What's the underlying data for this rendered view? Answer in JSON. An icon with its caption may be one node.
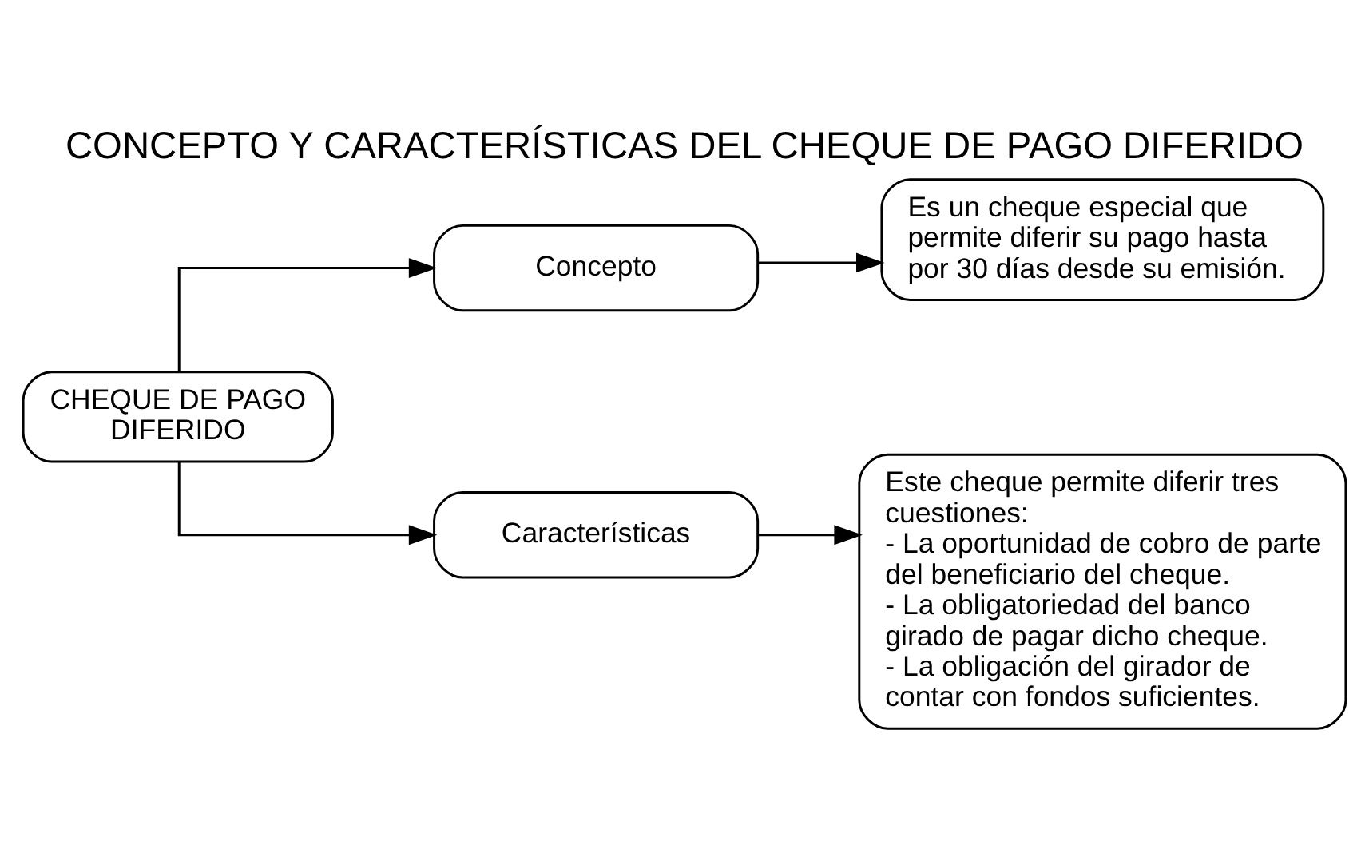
{
  "diagram": {
    "title": "CONCEPTO Y CARACTERÍSTICAS DEL CHEQUE DE PAGO DIFERIDO",
    "nodes": [
      {
        "text": [
          "CHEQUE DE PAGO DIFERIDO"
        ]
      },
      {
        "text": [
          "Concepto"
        ]
      },
      {
        "text": [
          "Es un cheque especial que permite diferir su pago hasta por 30 días desde su emisión."
        ]
      },
      {
        "text": [
          "Características"
        ]
      },
      {
        "text": [
          "Este cheque permite diferir tres cuestiones:",
          "- La oportunidad de cobro de parte del beneficiario del cheque.",
          "- La obligatoriedad del banco girado de pagar dicho cheque.",
          "- La obligación del girador de contar con fondos suficientes."
        ]
      }
    ],
    "edges": [
      {
        "from": 0,
        "to": 1,
        "arrow": "to"
      },
      {
        "from": 0,
        "to": 3,
        "arrow": "to"
      },
      {
        "from": 1,
        "to": 2,
        "arrow": "to"
      },
      {
        "from": 3,
        "to": 4,
        "arrow": "to"
      }
    ]
  }
}
